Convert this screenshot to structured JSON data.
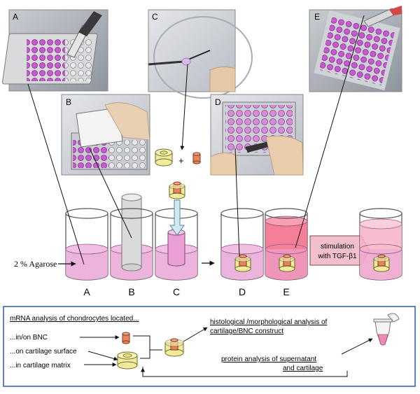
{
  "photos": {
    "a": {
      "letter": "A"
    },
    "b": {
      "letter": "B"
    },
    "c": {
      "letter": "C"
    },
    "d": {
      "letter": "D"
    },
    "e": {
      "letter": "E"
    }
  },
  "combine": {
    "plus": "+"
  },
  "stages": {
    "agarose_label": "2 % Agarose",
    "labels": [
      "A",
      "B",
      "C",
      "D",
      "E"
    ],
    "stimulation_line1": "stimulation",
    "stimulation_line2": "with TGF-β1"
  },
  "legend": {
    "title": "mRNA analysis of chondrocytes located...",
    "item_bnc": "...in/on BNC",
    "item_surface": "...on cartilage surface",
    "item_matrix": "...in cartilage matrix",
    "histology_line1": "histological /morphological analysis of",
    "histology_line2": "cartilage/BNC construct",
    "protein_line1": "protein analysis of supernatant",
    "protein_line2": "and cartilage"
  },
  "colors": {
    "agarose": "#e9a6d6",
    "medium": "#f26a86",
    "bnc": "#e8845a",
    "cartilage": "#f0ea9a",
    "border": "#2b5aa8"
  }
}
